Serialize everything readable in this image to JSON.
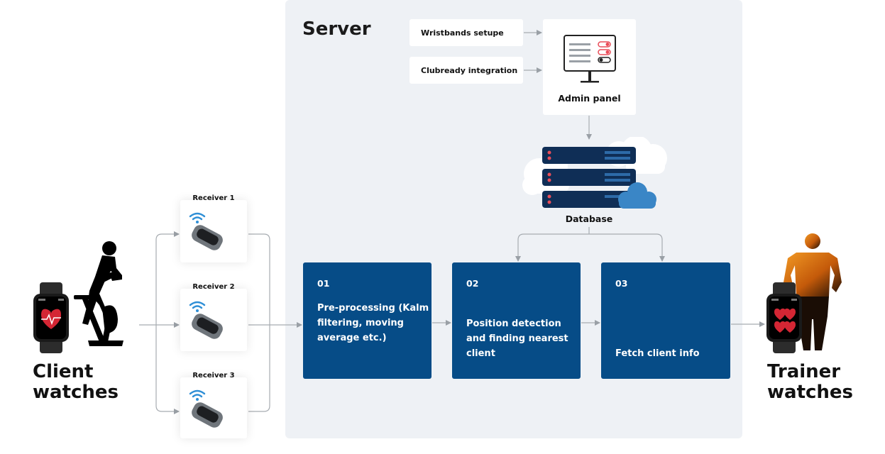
{
  "server": {
    "title": "Server"
  },
  "top_cards": {
    "wristbands": "Wristbands setupe",
    "clubready": "Clubready integration",
    "admin": "Admin panel"
  },
  "database": {
    "label": "Database"
  },
  "steps": [
    {
      "num": "01",
      "text": "Pre-processing (Kalm filtering, moving average etc.)"
    },
    {
      "num": "02",
      "text": "Position detection and finding nearest client"
    },
    {
      "num": "03",
      "text": "Fetch client info"
    }
  ],
  "receivers": [
    "Receiver 1",
    "Receiver 2",
    "Receiver 3"
  ],
  "client": {
    "line1": "Client",
    "line2": "watches"
  },
  "trainer": {
    "line1": "Trainer",
    "line2": "watches"
  },
  "colors": {
    "step_bg": "#064c87",
    "server_bg": "#eef1f5",
    "db_navy": "#0f2e56",
    "db_red": "#e94d59",
    "cloud_blue": "#3a86c6",
    "heart_red": "#d42634",
    "trainer_orange": "#e07a12"
  },
  "icons": [
    "admin-monitor-icon",
    "server-stack-icon",
    "cloud-icon",
    "wifi-icon",
    "receiver-device-icon",
    "smartwatch-icon",
    "cyclist-silhouette-icon",
    "trainer-silhouette-icon",
    "arrow-icon"
  ]
}
